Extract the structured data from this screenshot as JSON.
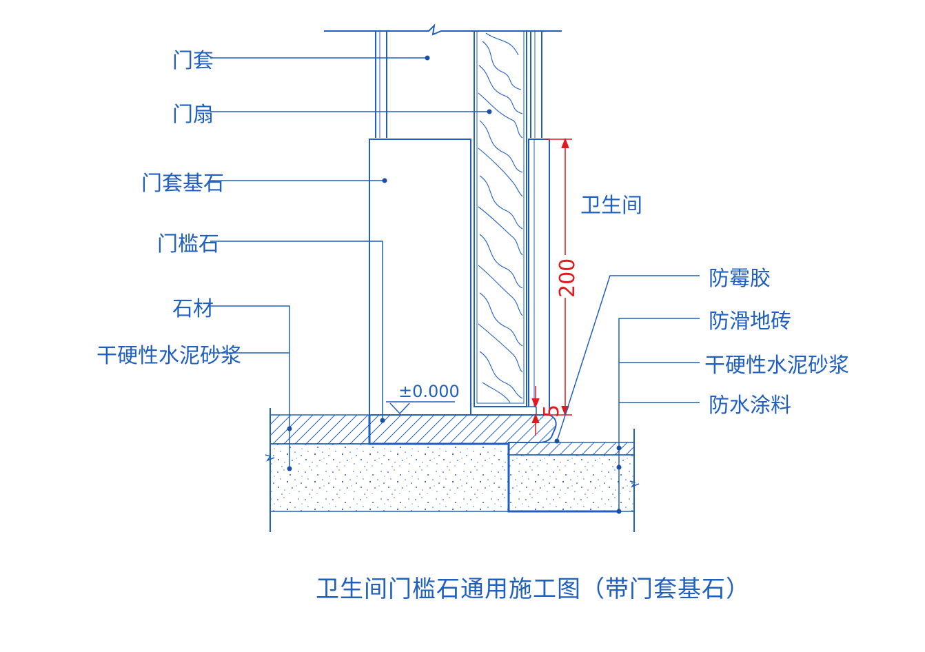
{
  "title": "卫生间门槛石通用施工图（带门套基石）",
  "labels_left": {
    "door_casing": "门套",
    "door_leaf": "门扇",
    "casing_base_stone": "门套基石",
    "threshold_stone": "门槛石",
    "stone": "石材",
    "dry_mortar": "干硬性水泥砂浆"
  },
  "labels_right": {
    "anti_mold_sealant": "防霉胶",
    "anti_slip_tile": "防滑地砖",
    "dry_mortar": "干硬性水泥砂浆",
    "waterproof_coating": "防水涂料"
  },
  "room_label": "卫生间",
  "level_mark": "±0.000",
  "dimensions": {
    "height": "200",
    "step": "5"
  },
  "colors": {
    "line": "#1f5fbf",
    "dimension": "#e0191e",
    "dot": "#1a4fa8"
  }
}
